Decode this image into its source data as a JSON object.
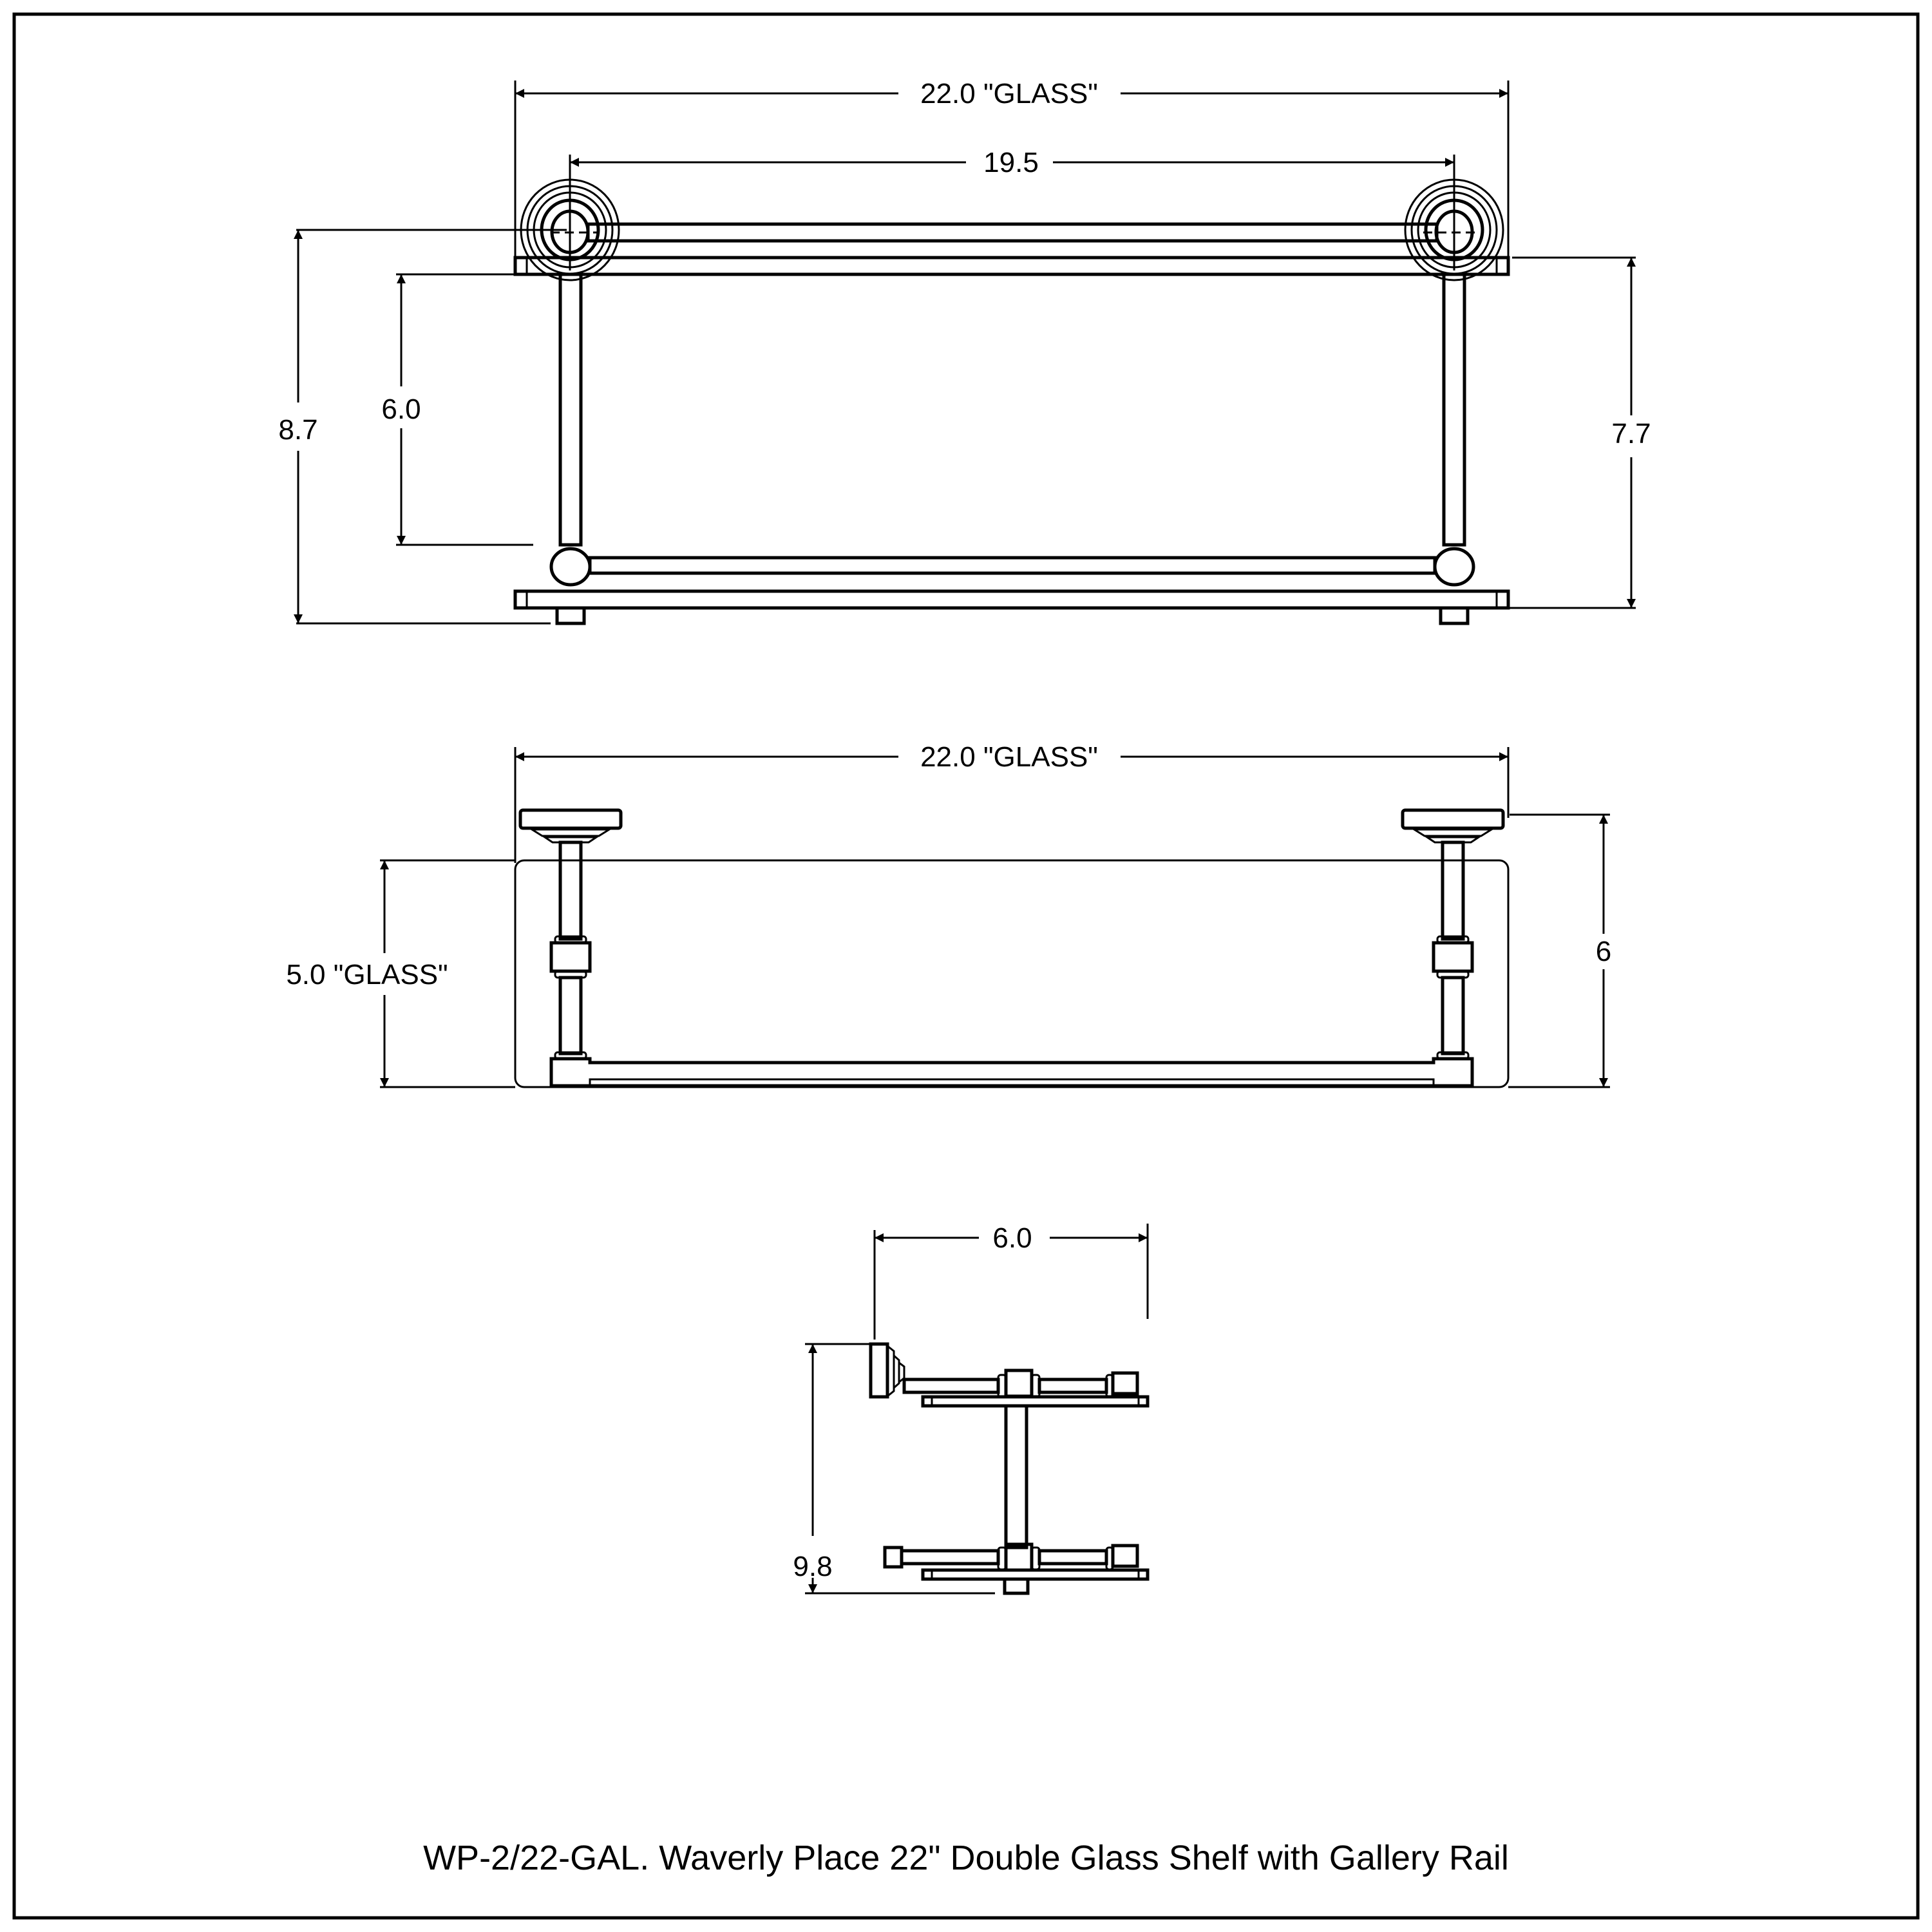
{
  "drawing": {
    "caption": "WP-2/22-GAL. Waverly Place 22\" Double Glass Shelf with Gallery Rail",
    "line_color": "#000000",
    "background": "#ffffff"
  },
  "front_view": {
    "overall_width_label": "22.0 \"GLASS\"",
    "post_center_width_label": "19.5",
    "overall_height_label": "8.7",
    "shelf_spacing_label": "6.0",
    "right_height_label": "7.7"
  },
  "top_view": {
    "overall_width_label": "22.0 \"GLASS\"",
    "glass_depth_label": "5.0 \"GLASS\"",
    "projection_label": "6"
  },
  "side_view": {
    "projection_label": "6.0",
    "height_label": "9.8"
  }
}
